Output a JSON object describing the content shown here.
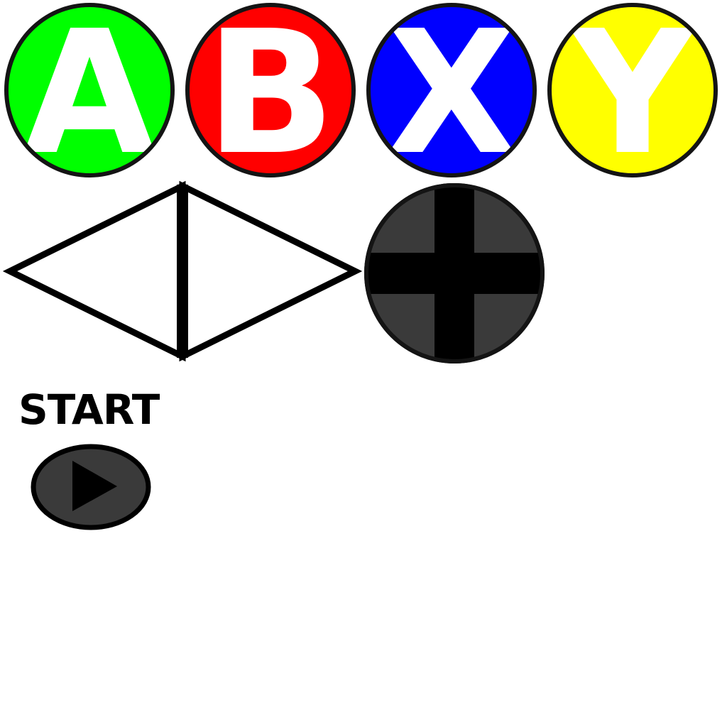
{
  "face_buttons": {
    "a": {
      "letter": "A",
      "color": "#00ff00"
    },
    "b": {
      "letter": "B",
      "color": "#ff0000"
    },
    "x": {
      "letter": "X",
      "color": "#0000ff"
    },
    "y": {
      "letter": "Y",
      "color": "#ffff00"
    }
  },
  "arrows": {
    "icon_left": "arrow-left-icon",
    "icon_right": "arrow-right-icon"
  },
  "dpad": {
    "icon": "dpad-cross-icon",
    "base_color": "#3a3a3a",
    "cross_color": "#000000"
  },
  "start": {
    "label": "START",
    "icon": "play-icon",
    "base_color": "#3a3a3a"
  },
  "colors": {
    "outline": "#141414",
    "letter": "#ffffff"
  }
}
